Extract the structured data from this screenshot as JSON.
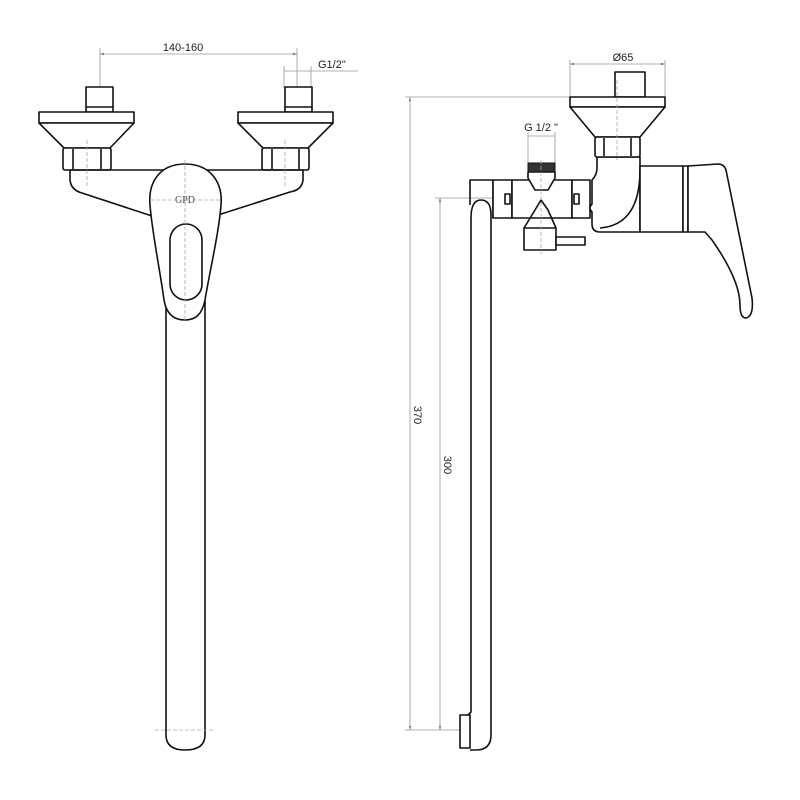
{
  "drawing": {
    "front_view": {
      "logo": "GPD",
      "dim_inlet_spacing": "140-160",
      "dim_inlet_thread": "G1/2\""
    },
    "side_view": {
      "dim_flange_diameter": "Ø65",
      "dim_diverter_thread": "G 1/2 \"",
      "dim_total_height": "370",
      "dim_spout_height": "300"
    }
  }
}
